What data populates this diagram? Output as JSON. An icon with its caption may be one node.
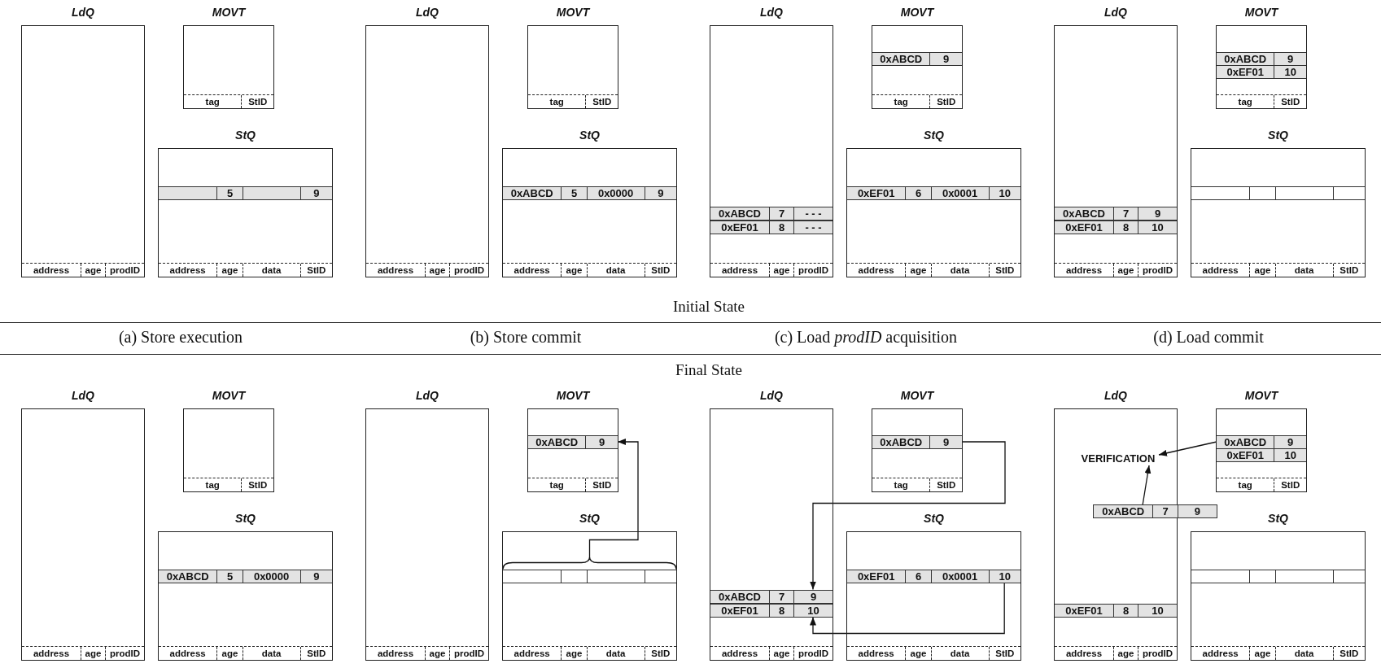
{
  "diagram": {
    "nodes": [
      {
        "text": [
          "LdQ",
          "address",
          "age",
          "prodID"
        ]
      },
      {
        "text": [
          "MOVT",
          "tag",
          "StID"
        ]
      },
      {
        "text": [
          "StQ",
          "address",
          "age",
          "data",
          "StID"
        ]
      },
      {
        "text": [
          "5",
          "9"
        ],
        "in": 2
      },
      {
        "text": [
          "LdQ",
          "address",
          "age",
          "prodID"
        ]
      },
      {
        "text": [
          "MOVT",
          "tag",
          "StID"
        ]
      },
      {
        "text": [
          "StQ",
          "address",
          "age",
          "data",
          "StID"
        ]
      },
      {
        "text": [
          "0xABCD",
          "5",
          "0x0000",
          "9"
        ],
        "in": 6
      },
      {
        "text": [
          "LdQ",
          "address",
          "age",
          "prodID"
        ]
      },
      {
        "text": [
          "0xABCD",
          "7",
          "- - -"
        ],
        "in": 8
      },
      {
        "text": [
          "0xEF01",
          "8",
          "- - -"
        ],
        "in": 8
      },
      {
        "text": [
          "MOVT",
          "tag",
          "StID"
        ]
      },
      {
        "text": [
          "0xABCD",
          "9"
        ],
        "in": 11
      },
      {
        "text": [
          "StQ",
          "address",
          "age",
          "data",
          "StID"
        ]
      },
      {
        "text": [
          "0xEF01",
          "6",
          "0x0001",
          "10"
        ],
        "in": 13
      },
      {
        "text": [
          "LdQ",
          "address",
          "age",
          "prodID"
        ]
      },
      {
        "text": [
          "0xABCD",
          "7",
          "9"
        ],
        "in": 15
      },
      {
        "text": [
          "0xEF01",
          "8",
          "10"
        ],
        "in": 15
      },
      {
        "text": [
          "MOVT",
          "tag",
          "StID"
        ]
      },
      {
        "text": [
          "0xABCD",
          "9"
        ],
        "in": 18
      },
      {
        "text": [
          "0xEF01",
          "10"
        ],
        "in": 18
      },
      {
        "text": [
          "StQ",
          "address",
          "age",
          "data",
          "StID"
        ]
      },
      {
        "text": [],
        "shape": "bar",
        "in": 21
      },
      {
        "text": [
          "LdQ",
          "address",
          "age",
          "prodID"
        ]
      },
      {
        "text": [
          "MOVT",
          "tag",
          "StID"
        ]
      },
      {
        "text": [
          "StQ",
          "address",
          "age",
          "data",
          "StID"
        ]
      },
      {
        "text": [
          "0xABCD",
          "5",
          "0x0000",
          "9"
        ],
        "in": 25
      },
      {
        "text": [
          "LdQ",
          "address",
          "age",
          "prodID"
        ]
      },
      {
        "text": [
          "MOVT",
          "tag",
          "StID"
        ]
      },
      {
        "text": [
          "0xABCD",
          "9"
        ],
        "in": 28
      },
      {
        "text": [
          "StQ",
          "address",
          "age",
          "data",
          "StID"
        ]
      },
      {
        "text": [],
        "shape": "bar",
        "in": 30
      },
      {
        "text": [
          "LdQ",
          "address",
          "age",
          "prodID"
        ]
      },
      {
        "text": [
          "0xABCD",
          "7",
          "9"
        ],
        "in": 32
      },
      {
        "text": [
          "0xEF01",
          "8",
          "10"
        ],
        "in": 32
      },
      {
        "text": [
          "MOVT",
          "tag",
          "StID"
        ]
      },
      {
        "text": [
          "0xABCD",
          "9"
        ],
        "in": 35
      },
      {
        "text": [
          "StQ",
          "address",
          "age",
          "data",
          "StID"
        ]
      },
      {
        "text": [
          "0xEF01",
          "6",
          "0x0001",
          "10"
        ],
        "in": 37
      },
      {
        "text": [
          "LdQ",
          "address",
          "age",
          "prodID"
        ]
      },
      {
        "text": [
          "VERIFICATION"
        ],
        "in": 39
      },
      {
        "text": [
          "0xABCD",
          "7",
          "9"
        ]
      },
      {
        "text": [
          "0xEF01",
          "8",
          "10"
        ],
        "in": 39
      },
      {
        "text": [
          "MOVT",
          "tag",
          "StID"
        ]
      },
      {
        "text": [
          "0xABCD",
          "9"
        ],
        "in": 43
      },
      {
        "text": [
          "0xEF01",
          "10"
        ],
        "in": 43
      },
      {
        "text": [
          "StQ",
          "address",
          "age",
          "data",
          "StID"
        ]
      },
      {
        "text": [],
        "shape": "bar",
        "in": 46
      }
    ],
    "edges": [
      {
        "from": 31,
        "to": 29,
        "arrow": "to"
      },
      {
        "from": 36,
        "to": 33,
        "arrow": "to"
      },
      {
        "from": 38,
        "to": 34,
        "arrow": "to"
      },
      {
        "from": 44,
        "to": 40,
        "arrow": "to"
      },
      {
        "from": 41,
        "to": 40,
        "arrow": "to"
      }
    ],
    "labels": [
      "Initial State",
      "(a) Store execution",
      "(b) Store commit",
      "(c) Load *prodID* acquisition",
      "(d) Load commit",
      "Final State"
    ]
  }
}
